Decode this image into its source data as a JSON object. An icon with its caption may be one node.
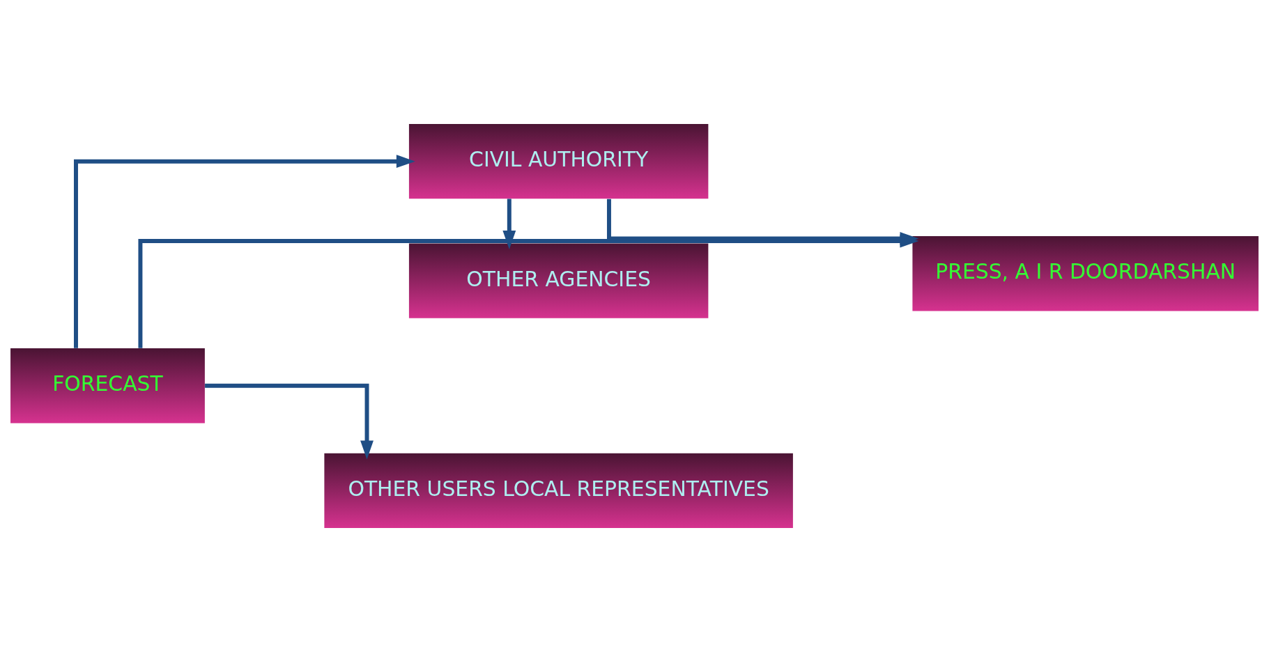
{
  "diagram": {
    "nodes": [
      {
        "text": [
          "FORECAST"
        ]
      },
      {
        "text": [
          "CIVIL AUTHORITY"
        ]
      },
      {
        "text": [
          "OTHER AGENCIES"
        ]
      },
      {
        "text": [
          "PRESS, A I R DOORDARSHAN"
        ]
      },
      {
        "text": [
          "OTHER USERS LOCAL REPRESENTATIVES"
        ]
      }
    ],
    "edges": [
      {
        "from": 0,
        "to": 1,
        "arrow": "to"
      },
      {
        "from": 0,
        "to": 3,
        "arrow": "to"
      },
      {
        "from": 0,
        "to": 4,
        "arrow": "to"
      },
      {
        "from": 1,
        "to": 2,
        "arrow": "to"
      },
      {
        "from": 1,
        "to": 3,
        "arrow": "to"
      }
    ]
  }
}
